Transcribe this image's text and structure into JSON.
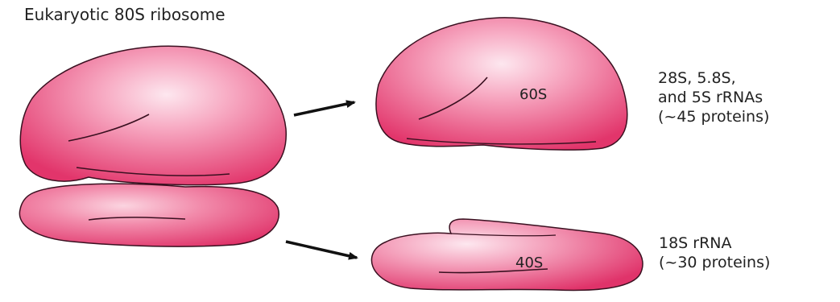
{
  "title": "Eukaryotic 80S ribosome",
  "large_subunit": {
    "name": "60S",
    "rna_lines": [
      "28S, 5.8S,",
      "and 5S rRNAs",
      "(~45 proteins)"
    ]
  },
  "small_subunit": {
    "name": "40S",
    "rna_lines": [
      "18S rRNA",
      "(~30 proteins)"
    ]
  },
  "colors": {
    "subunit_fill": "#e23a6e",
    "subunit_highlight": "#fbd4e0",
    "outline": "#3a1020",
    "arrow": "#111111"
  }
}
